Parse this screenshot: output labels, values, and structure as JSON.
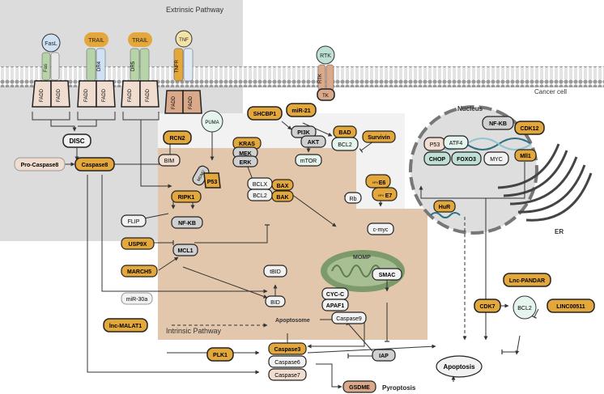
{
  "regions": {
    "extrinsic_title": "Extrinsic Pathway",
    "intrinsic_title": "Intrinsic Pathway",
    "cancer_cell": "Cancer cell",
    "nucleus": "Nucleus",
    "er": "ER",
    "apoptosome": "Apoptosome",
    "momp": "MOMP"
  },
  "receptors": {
    "fasl": "FasL",
    "fas": "Fas",
    "trail1": "TRAIL",
    "dr4": "DR4",
    "trail2": "TRAIL",
    "dr5": "DR5",
    "tnf": "TNF",
    "tnfr": "TNFR",
    "rtk_top": "RTK",
    "rtk_side": "RTK",
    "tk": "TK",
    "fadd": "FADD"
  },
  "nodes": {
    "disc": "DISC",
    "pro_caspase8": "Pro-Caspase8",
    "caspase8": "Caspase8",
    "rcn2": "RCN2",
    "bim": "BIM",
    "puma": "PUMA",
    "mdm2": "MDM2",
    "p53": "P53",
    "kras": "KRAS",
    "mek": "MEK",
    "erk": "ERK",
    "shcbp1": "SHCBP1",
    "mir21": "miR-21",
    "pi3k": "PI3K",
    "akt": "AKT",
    "mtor": "mTOR",
    "bad": "BAD",
    "bcl2_top": "BCL2",
    "survivin": "Survivin",
    "ripk1": "RIPK1",
    "nfkb": "NF-KB",
    "flip": "FLIP",
    "usp9x": "USP9X",
    "mcl1": "MCL1",
    "march5": "MARCH5",
    "mir30a": "miR-30a",
    "bclx": "BCLX",
    "bcl2_mid": "BCL2",
    "bax": "BAX",
    "bak": "BAK",
    "tbid": "tBID",
    "bid": "BID",
    "hpv_e6": "E6",
    "hpv_e7": "E7",
    "hpv": "HPV",
    "rb": "Rb",
    "cmyc": "c-myc",
    "smac": "SMAC",
    "cycc": "CYC-C",
    "apaf1": "APAF1",
    "caspase9": "Caspase9",
    "iap": "IAP",
    "lnc_malat1": "lnc-MALAT1",
    "plk1": "PLK1",
    "caspase3": "Caspase3",
    "caspase6": "Caspase6",
    "caspase7": "Caspase7",
    "gsdme": "GSDME",
    "pyroptosis": "Pyroptosis",
    "apoptosis": "Apoptosis",
    "n_p53": "P53",
    "n_atf4": "ATF4",
    "n_nfkb": "NF-KB",
    "n_chop": "CHOP",
    "n_foxo3": "FOXO3",
    "n_myc": "MYC",
    "cdk12": "CDK12",
    "mll1": "Mll1",
    "hur": "HuR",
    "lnc_pandar": "Lnc-PANDAR",
    "cdk7": "CDK7",
    "bcl2_right": "BCL2",
    "linc00511": "LINC00511"
  }
}
